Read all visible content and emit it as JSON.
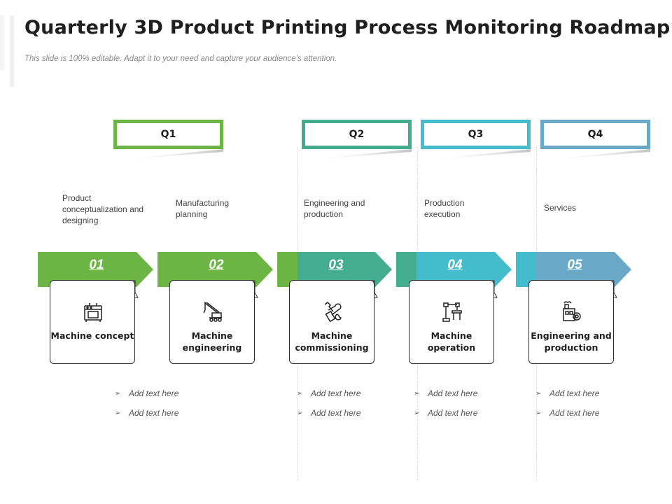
{
  "title": "Quarterly 3D Product Printing Process Monitoring Roadmap",
  "subtitle": "This slide is 100% editable. Adapt it to your need and capture your audience’s attention.",
  "colors": {
    "green": "#6cb544",
    "teal_green": "#45ad8f",
    "teal": "#45bccb",
    "blue": "#6aa8c8"
  },
  "quarters": [
    {
      "label": "Q1"
    },
    {
      "label": "Q2"
    },
    {
      "label": "Q3"
    },
    {
      "label": "Q4"
    }
  ],
  "stages": [
    {
      "number": "01",
      "description": "Product conceptualization and designing",
      "label": "Machine concept",
      "icon": "oven-machine-icon"
    },
    {
      "number": "02",
      "description": "Manufacturing planning",
      "label": "Machine engineering",
      "icon": "crane-icon"
    },
    {
      "number": "03",
      "description": "Engineering and production",
      "label": "Machine commissioning",
      "icon": "wrench-tools-icon"
    },
    {
      "number": "04",
      "description": "Production execution",
      "label": "Machine operation",
      "icon": "robotic-arm-icon"
    },
    {
      "number": "05",
      "description": "Services",
      "label": "Engineering and production",
      "icon": "factory-gear-icon"
    }
  ],
  "bullets": {
    "q1": [
      "Add text here",
      "Add text here"
    ],
    "q2": [
      "Add text here",
      "Add text here"
    ],
    "q3": [
      "Add text here",
      "Add text here"
    ],
    "q4": [
      "Add text here",
      "Add text here"
    ]
  },
  "bullet_icon": "check-arrow-icon"
}
